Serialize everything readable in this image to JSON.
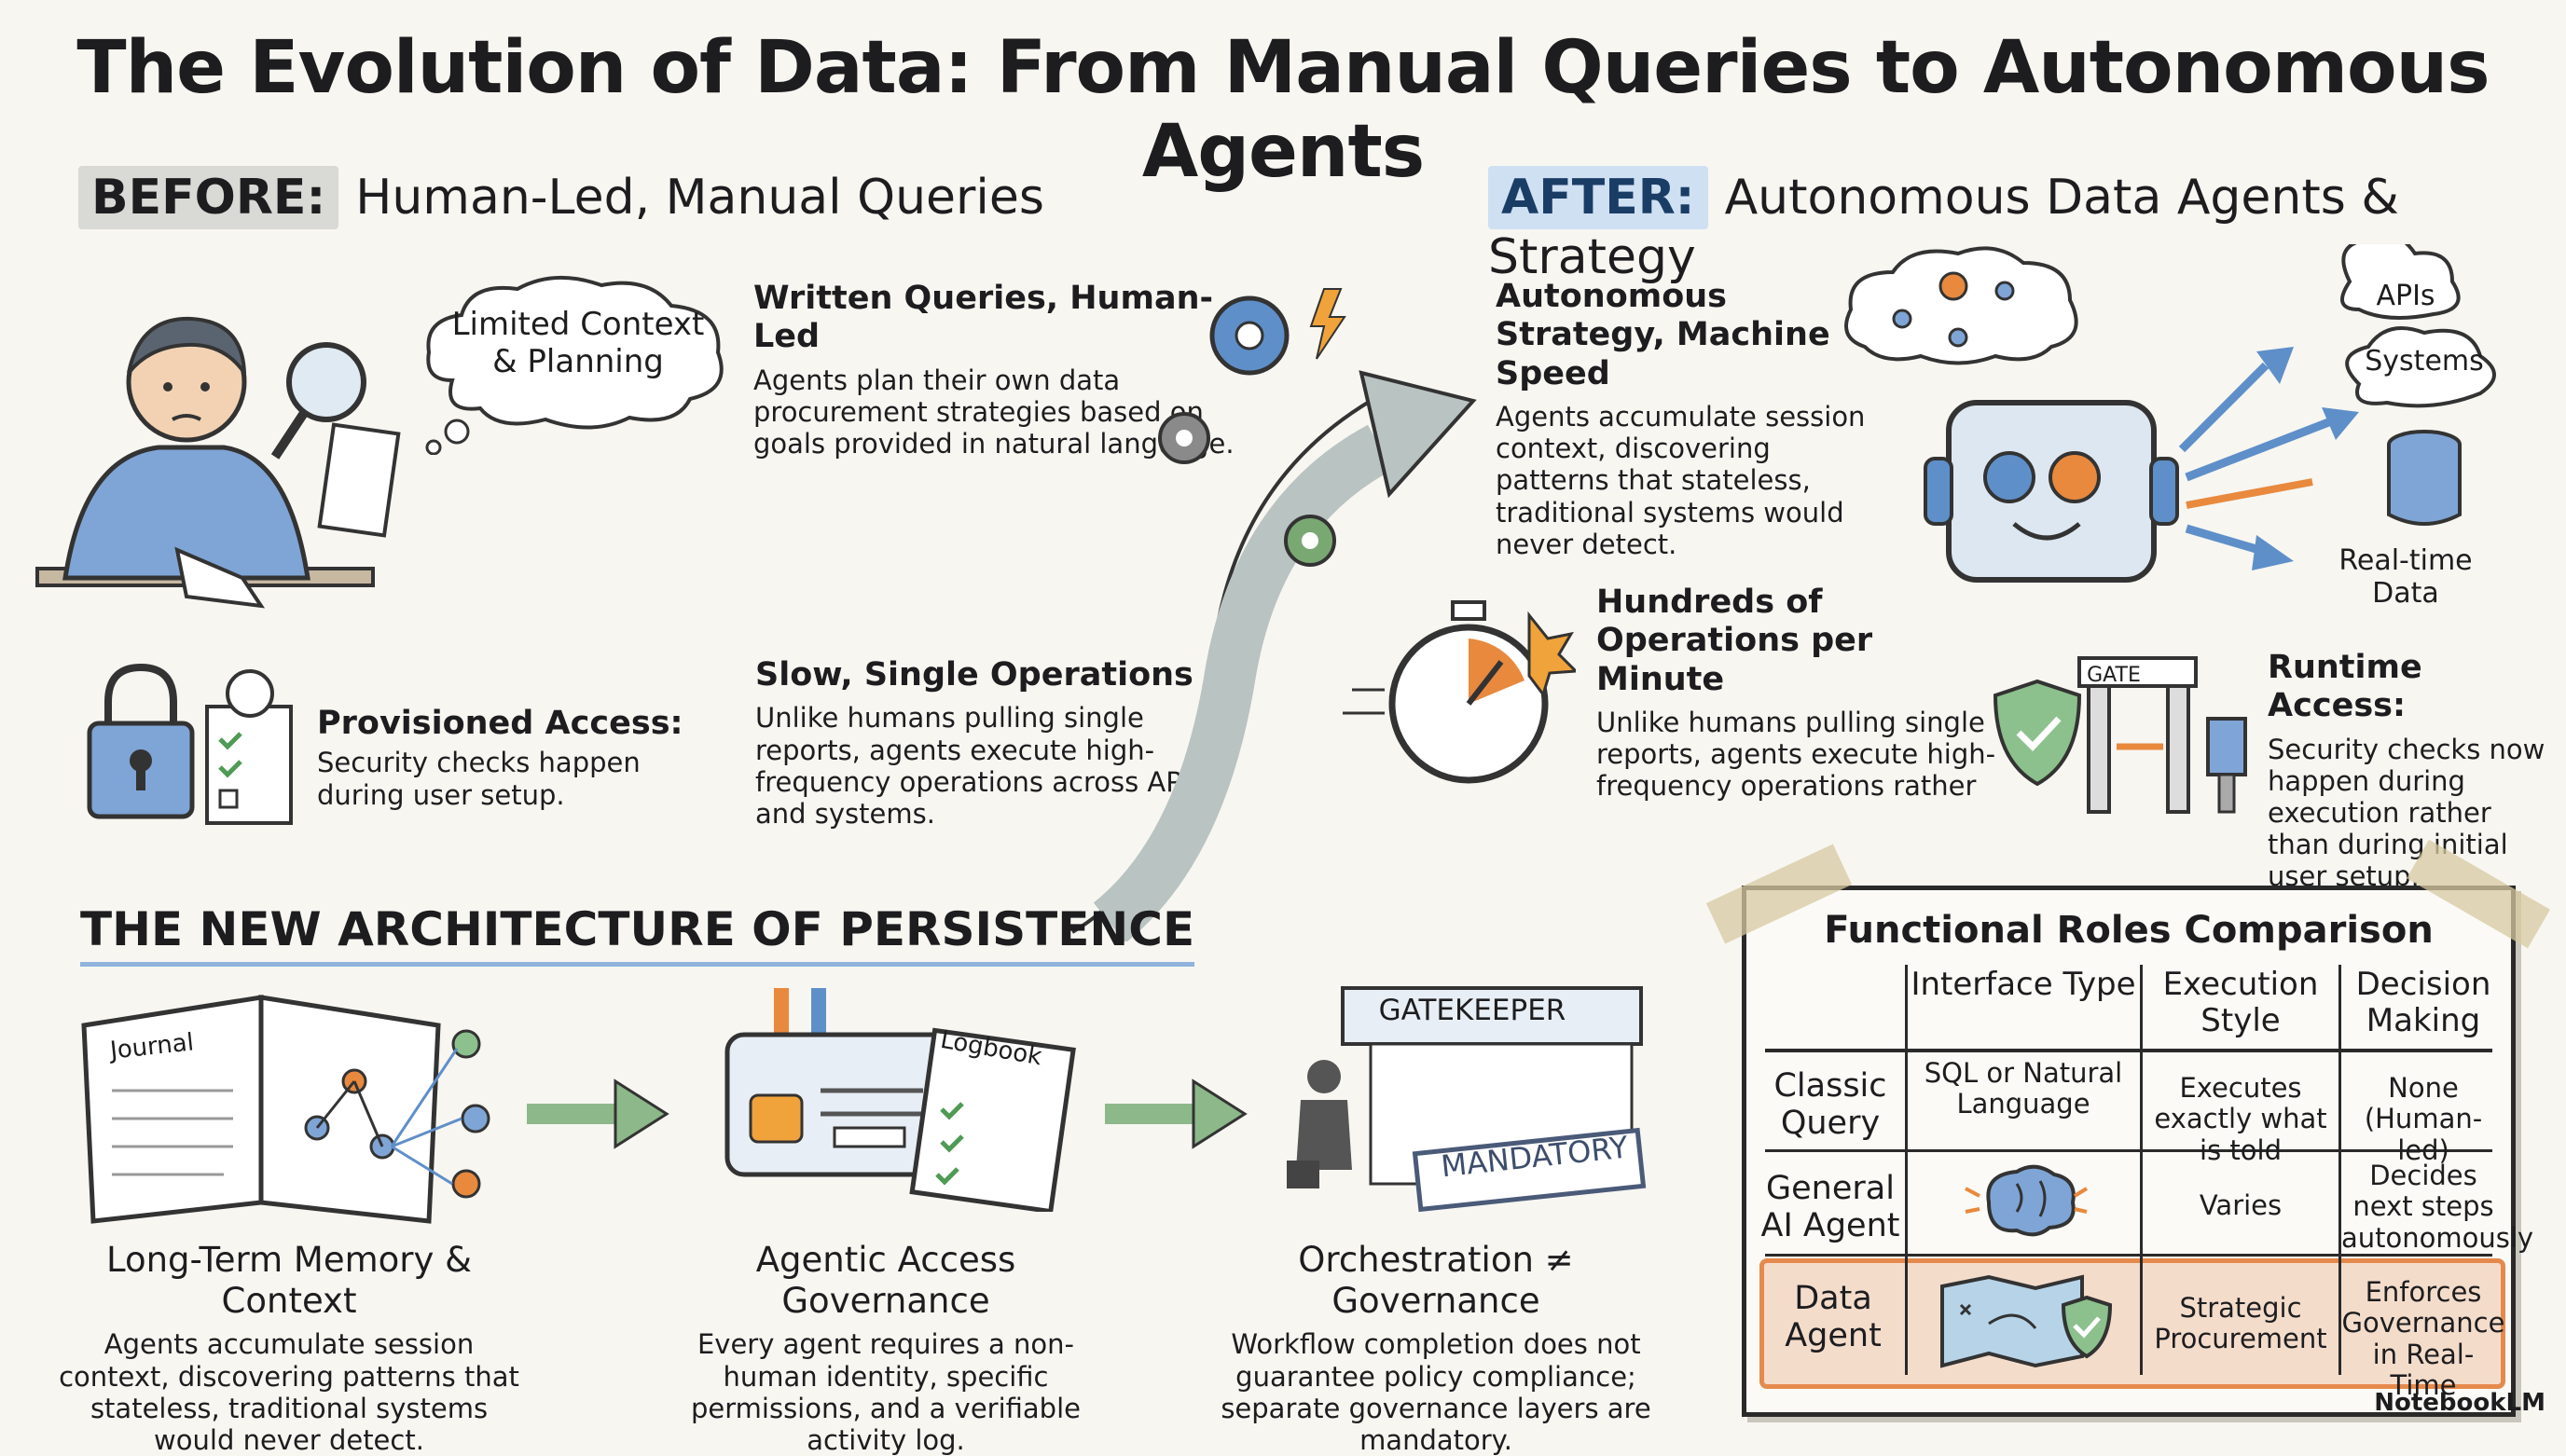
{
  "title": "The Evolution of Data: From Manual Queries to Autonomous Agents",
  "before": {
    "tag": "BEFORE:",
    "heading": "Human-Led, Manual Queries",
    "thought_cloud": "Limited Context & Planning",
    "written": {
      "title": "Written Queries, Human-Led",
      "text": "Agents plan their own data procurement strategies based on goals provided in natural language."
    },
    "slow": {
      "title": "Slow, Single Operations",
      "text": "Unlike humans pulling single reports, agents execute high-frequency operations across APIs and systems."
    },
    "provisioned": {
      "title": "Provisioned Access:",
      "text": "Security checks happen during user setup."
    }
  },
  "after": {
    "tag": "AFTER:",
    "heading": "Autonomous Data Agents & Strategy",
    "strategy": {
      "title": "Autonomous Strategy, Machine Speed",
      "text": "Agents accumulate session context, discovering patterns that stateless, traditional systems would never detect."
    },
    "hundreds": {
      "title": "Hundreds of Operations per Minute",
      "text": "Unlike humans pulling single reports, agents execute high-frequency operations rather"
    },
    "runtime": {
      "title": "Runtime Access:",
      "text": "Security checks now happen during execution rather than during initial user setup."
    },
    "targets": {
      "apis": "APIs",
      "systems": "Systems",
      "realtime": "Real-time Data"
    },
    "gate_label": "GATE"
  },
  "architecture": {
    "title": "THE NEW ARCHITECTURE OF PERSISTENCE",
    "journal_label": "Journal",
    "logbook_label": "Logbook",
    "gatekeeper_label": "GATEKEEPER",
    "mandatory_label": "MANDATORY",
    "items": [
      {
        "title": "Long-Term Memory & Context",
        "text": "Agents accumulate session context, discovering patterns that stateless, traditional systems would never detect."
      },
      {
        "title": "Agentic Access Governance",
        "text": "Every agent requires a non-human identity, specific permissions, and a verifiable activity log."
      },
      {
        "title": "Orchestration ≠ Governance",
        "text": "Workflow completion does not guarantee policy compliance; separate governance layers are mandatory."
      }
    ]
  },
  "roles_table": {
    "title": "Functional Roles Comparison",
    "columns": [
      "Interface Type",
      "Execution Style",
      "Decision Making"
    ],
    "rows": [
      {
        "name": "Classic Query",
        "cells": [
          "SQL or Natural Language",
          "Executes exactly what is told",
          "None (Human-led)"
        ]
      },
      {
        "name": "General AI Agent",
        "cells": [
          "",
          "Varies",
          "Decides next steps autonomously"
        ]
      },
      {
        "name": "Data Agent",
        "cells": [
          "",
          "Strategic Procurement",
          "Enforces Governance in Real-Time"
        ]
      }
    ]
  },
  "brand": "NotebookLM",
  "colors": {
    "accent_blue": "#4f7fb8",
    "accent_orange": "#e8893e",
    "accent_green": "#6d9e6a",
    "highlight_row": "#f4dccb"
  }
}
